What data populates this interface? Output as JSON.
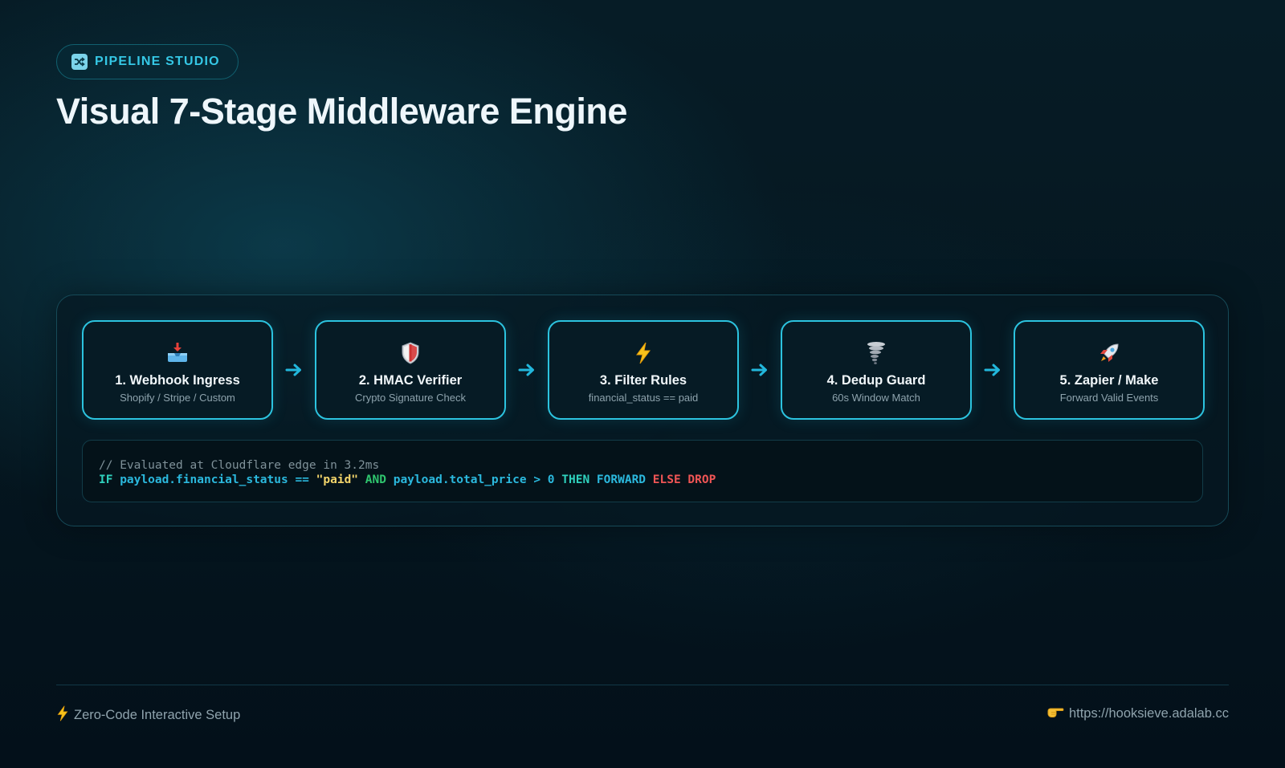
{
  "header": {
    "badge_label": "PIPELINE STUDIO",
    "badge_icon": "shuffle-icon",
    "title": "Visual 7-Stage Middleware Engine"
  },
  "stages": [
    {
      "name": "1. Webhook Ingress",
      "subtitle": "Shopify / Stripe / Custom",
      "icon": "inbox-tray-icon"
    },
    {
      "name": "2. HMAC Verifier",
      "subtitle": "Crypto Signature Check",
      "icon": "shield-icon"
    },
    {
      "name": "3. Filter Rules",
      "subtitle": "financial_status == paid",
      "icon": "lightning-icon"
    },
    {
      "name": "4. Dedup Guard",
      "subtitle": "60s Window Match",
      "icon": "tornado-icon"
    },
    {
      "name": "5. Zapier / Make",
      "subtitle": "Forward Valid Events",
      "icon": "rocket-icon"
    }
  ],
  "code": {
    "comment": "// Evaluated at Cloudflare edge in 3.2ms",
    "tokens": {
      "if": "IF",
      "field1": "payload.financial_status",
      "op1": "==",
      "str1": "\"paid\"",
      "and": "AND",
      "field2": "payload.total_price",
      "op2": ">",
      "num": "0",
      "then": "THEN",
      "forward": "FORWARD",
      "else": "ELSE",
      "drop": "DROP"
    }
  },
  "footer": {
    "left_label": "Zero-Code Interactive Setup",
    "left_icon": "lightning-icon",
    "right_label": "https://hooksieve.adalab.cc",
    "right_icon": "pointing-hand-icon"
  },
  "colors": {
    "accent": "#2cc3df",
    "badge_text": "#35c8e6",
    "string": "#f3d56b",
    "and": "#2fc56e",
    "else_drop": "#ef5555"
  }
}
